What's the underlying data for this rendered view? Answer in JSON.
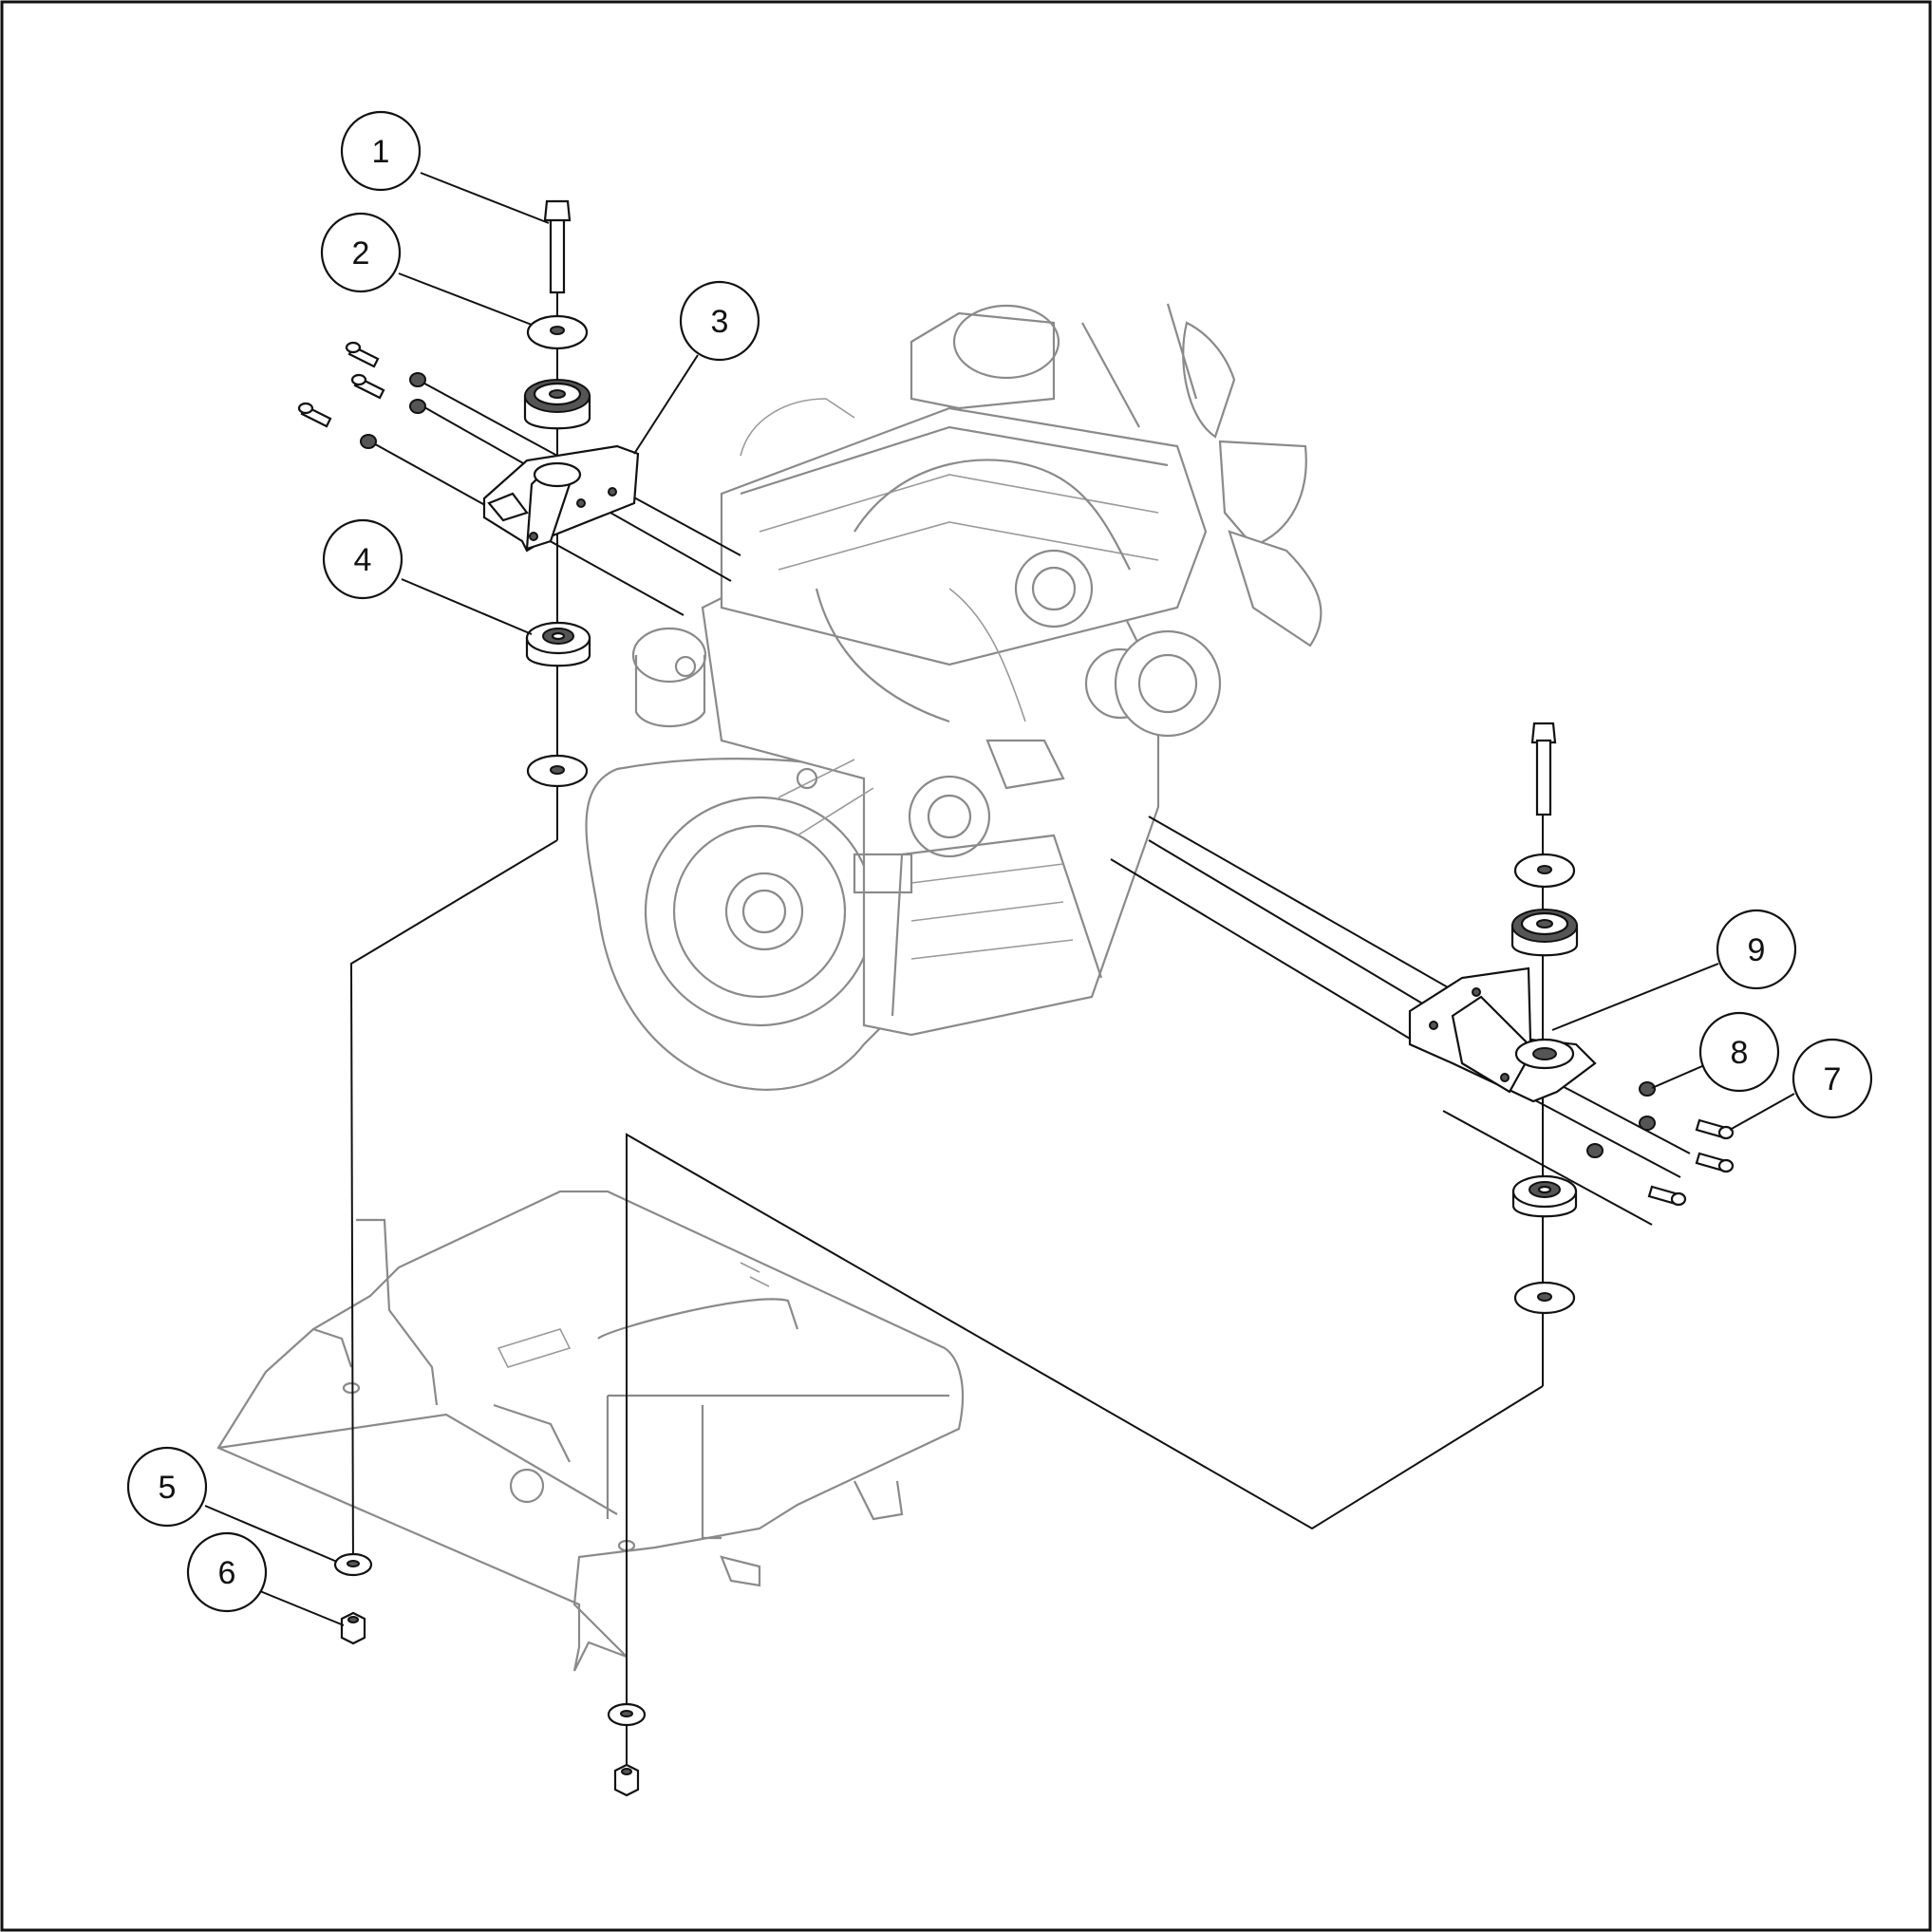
{
  "callouts": [
    {
      "id": 1,
      "label": "1"
    },
    {
      "id": 2,
      "label": "2"
    },
    {
      "id": 3,
      "label": "3"
    },
    {
      "id": 4,
      "label": "4"
    },
    {
      "id": 5,
      "label": "5"
    },
    {
      "id": 6,
      "label": "6"
    },
    {
      "id": 7,
      "label": "7"
    },
    {
      "id": 8,
      "label": "8"
    },
    {
      "id": 9,
      "label": "9"
    }
  ],
  "colors": {
    "line": "#111111",
    "ghost": "#8a8a8a",
    "background": "#ffffff"
  }
}
